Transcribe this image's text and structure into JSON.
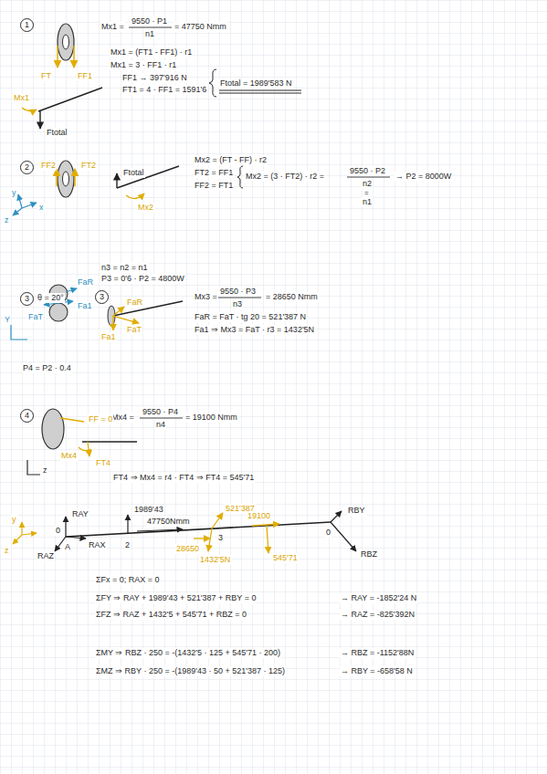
{
  "diagram": {
    "labels": [
      "1",
      "Mx1 =",
      "9550 · P1",
      "n1",
      "= 47750 Nmm",
      "Mx1 = (FT1 - FF1) · r1",
      "Mx1 = 3 · FF1 · r1",
      "FF1 → 397'916 N",
      "FT1 = 4 · FF1 = 1591'6",
      "Ftotal = 1989'583 N",
      "FT",
      "FF1",
      "Mx1",
      "Ftotal",
      "2",
      "Mx2 = (FT - FF) · r2",
      "FT2 = FF1",
      "FF2 = FT1",
      "Mx2 = (3 · FT2) · r2 =",
      "9550 · P2",
      "n2",
      "→ P2 = 8000W",
      "=",
      "n1",
      "FF2",
      "FT2",
      "Ftotal",
      "Mx2",
      "y",
      "x",
      "z",
      "n3 = n2 = n1",
      "P3 = 0'6 · P2 = 4800W",
      "3",
      "θ = 20°",
      "3",
      "Mx3 =",
      "9550 · P3",
      "n3",
      "= 28650 Nmm",
      "FaR = FaT · tg 20 = 521'387 N",
      "Fa1 ⇒ Mx3 = FaT · r3 = 1432'5N",
      "Y",
      "FaT",
      "Fa1",
      "FaR",
      "FaR",
      "FaT",
      "Fa1",
      "P4 = P2 · 0.4",
      "4",
      "Mx4 =",
      "9550 · P4",
      "n4",
      "= 19100 Nmm",
      "FF = 0",
      "Mx4",
      "FT4",
      "z",
      "FT4 ⇒ Mx4 = r4 · FT4 ⇒ FT4 = 545'71",
      "RAY",
      "RAX",
      "RAZ",
      "0",
      "A",
      "2",
      "1989'43",
      "47750Nmm",
      "521'387",
      "28650",
      "3",
      "19100",
      "1432'5N",
      "545'71",
      "0",
      "RBY",
      "RBZ",
      "y",
      "z",
      "ΣFx = 0; RAX = 0",
      "ΣFY ⇒ RAY + 1989'43 + 521'387 + RBY = 0",
      "→ RAY = -1852'24 N",
      "ΣFZ ⇒ RAZ + 1432'5 + 545'71 + RBZ = 0",
      "→ RAZ = -825'392N",
      "ΣMY ⇒ RBZ · 250 = -(1432'5 · 125 + 545'71 · 200)",
      "→ RBZ = -1152'88N",
      "ΣMZ ⇒ RBY · 250 = -(1989'43 · 50 + 521'387 · 125)",
      "→ RBY = -658'58 N"
    ]
  }
}
